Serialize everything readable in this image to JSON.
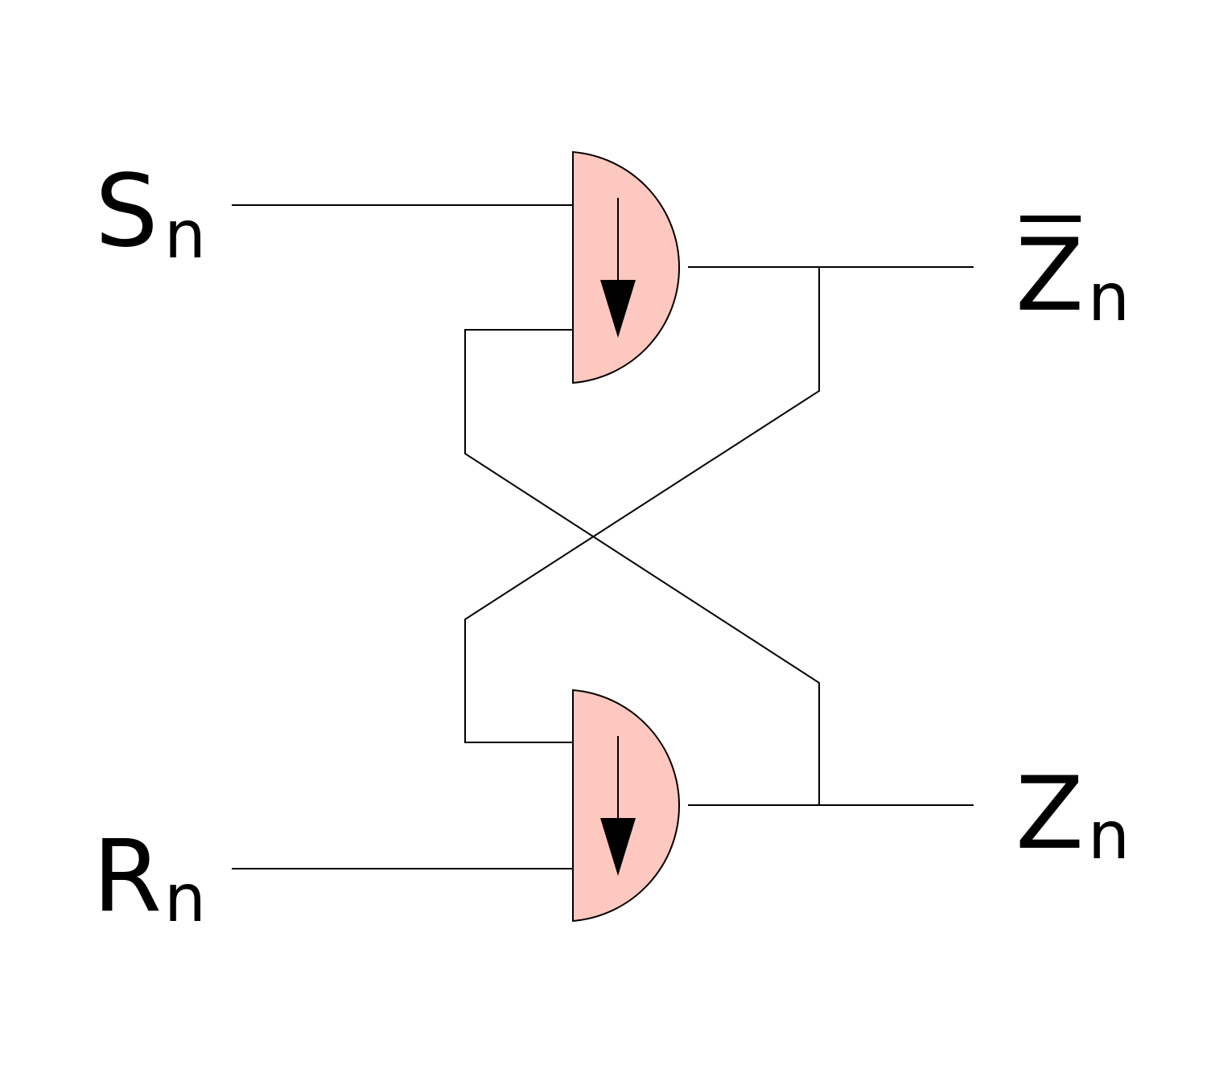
{
  "diagram": {
    "type": "cross-coupled latch (SR flip-flop)",
    "colors": {
      "gate_fill": "#fcc8bf",
      "stroke": "#000000",
      "background": "#ffffff"
    },
    "inputs": [
      {
        "id": "S",
        "main": "S",
        "sub": "n"
      },
      {
        "id": "R",
        "main": "R",
        "sub": "n"
      }
    ],
    "outputs": [
      {
        "id": "Zbar",
        "main": "Z",
        "sub": "n",
        "overbar": true
      },
      {
        "id": "Z",
        "main": "Z",
        "sub": "n",
        "overbar": false
      }
    ],
    "gates": [
      {
        "id": "top-gate",
        "icon": "down-arrow-icon",
        "inputs": [
          "S",
          "Z"
        ],
        "output": "Zbar"
      },
      {
        "id": "bottom-gate",
        "icon": "down-arrow-icon",
        "inputs": [
          "Zbar",
          "R"
        ],
        "output": "Z"
      }
    ]
  }
}
